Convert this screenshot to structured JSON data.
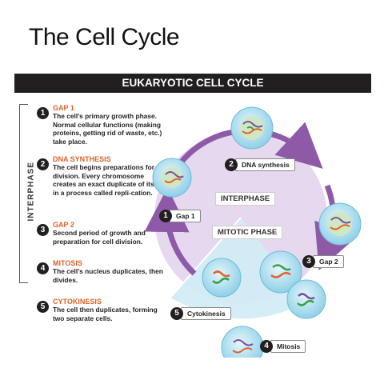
{
  "slide": {
    "title": "The Cell Cycle"
  },
  "figure": {
    "banner": "EUKARYOTIC CELL CYCLE",
    "side_label": "INTERPHASE",
    "steps": [
      {
        "num": "1",
        "title": "GAP 1",
        "desc": "The cell's primary growth phase. Normal cellular functions (making proteins, getting rid of waste, etc.) take place."
      },
      {
        "num": "2",
        "title": "DNA SYNTHESIS",
        "desc": "The cell begins preparations for division. Every chromosome creates an exact duplicate of itself in a process called repli-cation."
      },
      {
        "num": "3",
        "title": "GAP 2",
        "desc": "Second period of growth and preparation for cell division."
      },
      {
        "num": "4",
        "title": "MITOSIS",
        "desc": "The cell's nucleus duplicates, then divides."
      },
      {
        "num": "5",
        "title": "CYTOKINESIS",
        "desc": "The cell then duplicates, forming two separate cells."
      }
    ],
    "cycle": {
      "interphase_label": "INTERPHASE",
      "mitotic_label": "MITOTIC PHASE",
      "badges": [
        {
          "num": "1",
          "label": "Gap 1"
        },
        {
          "num": "2",
          "label": "DNA synthesis"
        },
        {
          "num": "3",
          "label": "Gap 2"
        },
        {
          "num": "4",
          "label": "Mitosis"
        },
        {
          "num": "5",
          "label": "Cytokinesis"
        }
      ]
    },
    "colors": {
      "accent_orange": "#e0622a",
      "arrow_purple": "#8e5aa8",
      "interphase_fill": "#e6d8ee",
      "mitotic_fill": "#d3ecf6",
      "cell_blue": "#a9dcef"
    }
  }
}
